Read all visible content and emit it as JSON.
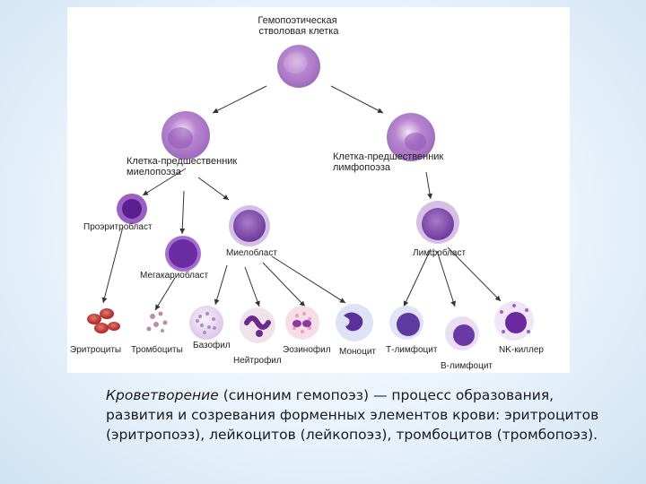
{
  "diagram": {
    "cells": {
      "stem_cell": "Гемопоэтическая стволовая клетка",
      "myeloid_progenitor": "Клетка-предшественник миелопоэза",
      "lymphoid_progenitor": "Клетка-предшественник лимфопоэза",
      "proerythroblast": "Проэритробласт",
      "megakaryoblast": "Мегакариобласт",
      "myeloblast": "Миелобласт",
      "lymphoblast": "Лимфобласт",
      "erythrocytes": "Эритроциты",
      "platelets": "Тромбоциты",
      "basophil": "Базофил",
      "neutrophil": "Нейтрофил",
      "eosinophil": "Эозинофил",
      "monocyte": "Моноцит",
      "t_lymphocyte": "Т-лимфоцит",
      "b_lymphocyte": "В-лимфоцит",
      "nk_killer": "NK-киллер"
    },
    "colors": {
      "cell_purple": "#8a4fb2",
      "nucleus_dark": "#5a1f8e",
      "erythrocyte_red": "#c0302e",
      "background_blue": "#cfe3f3"
    }
  },
  "caption": {
    "term": "Кроветворение",
    "rest": " (синоним гемопоэз) — процесс образования, развития и созревания форменных элементов крови: эритроцитов (эритропоэз), лейкоцитов (лейкопоэз), тромбоцитов (тромбопоэз)."
  }
}
